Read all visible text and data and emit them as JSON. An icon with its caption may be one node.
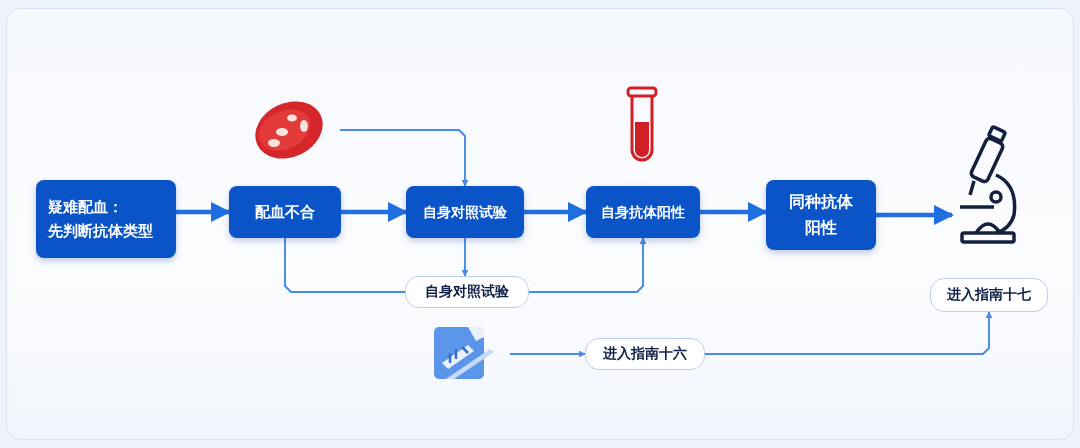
{
  "diagram": {
    "nodes": [
      {
        "text": [],
        "shape": "picture"
      },
      {
        "text": [
          "疑难配血：先判断抗体类型"
        ]
      },
      {
        "text": [
          "配血不合"
        ]
      },
      {
        "text": [
          "自身对照试验"
        ]
      },
      {
        "text": [
          "自身抗体阳性"
        ]
      },
      {
        "text": [
          "同种抗体阳性"
        ]
      },
      {
        "text": [],
        "shape": "picture"
      },
      {
        "text": [
          "自身对照试验"
        ]
      },
      {
        "text": [
          "进入指南十七"
        ]
      },
      {
        "text": [],
        "shape": "picture"
      },
      {
        "text": [
          "进入指南十六"
        ]
      }
    ],
    "edges": [
      {
        "from": 1,
        "to": 2,
        "arrow": "to",
        "style": "thick"
      },
      {
        "from": 2,
        "to": 3,
        "arrow": "to",
        "style": "thick"
      },
      {
        "from": 3,
        "to": 4,
        "arrow": "to",
        "style": "thick"
      },
      {
        "from": 4,
        "to": 5,
        "arrow": "to",
        "style": "thick"
      },
      {
        "from": 5,
        "to": 6,
        "arrow": "to",
        "style": "thick"
      },
      {
        "from": 0,
        "to": 3,
        "arrow": "to"
      },
      {
        "from": 3,
        "to": 7,
        "arrow": "to"
      },
      {
        "from": 2,
        "to": 7,
        "arrow": "none"
      },
      {
        "from": 7,
        "to": 4,
        "arrow": "to"
      },
      {
        "from": 9,
        "to": 10,
        "arrow": "to"
      },
      {
        "from": 10,
        "to": 8,
        "arrow": "to"
      }
    ]
  }
}
